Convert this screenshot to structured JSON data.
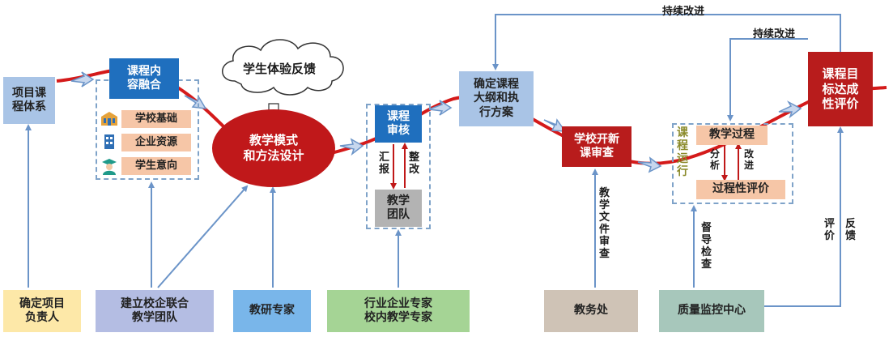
{
  "nodes": {
    "project_system": "项目课\n程体系",
    "content_fusion": "课程内\n容融合",
    "school_base": "学校基础",
    "enterprise_resources": "企业资源",
    "student_intention": "学生意向",
    "student_feedback": "学生体验反馈",
    "teaching_design": "教学模式\n和方法设计",
    "course_review": "课程\n审核",
    "report": "汇\n报",
    "rectify": "整\n改",
    "teaching_team": "教学\n团队",
    "outline_plan": "确定课程\n大纲和执\n行方案",
    "school_open_review": "学校开新\n课审查",
    "course_running": "课\n程\n运\n行",
    "teaching_process": "教学过程",
    "analysis": "分\n析",
    "improve": "改\n进",
    "process_evaluation": "过程性评价",
    "goal_evaluation": "课程目\n标达成\n性评价",
    "continuous_improve_top": "持续改进",
    "continuous_improve_mid": "持续改进",
    "doc_review": "教\n学\n文\n件\n审\n查",
    "supervision": "督\n导\n检\n查",
    "evaluate": "评\n价",
    "feedback": "反\n馈"
  },
  "bottom": {
    "leader": "确定项目\n负责人",
    "school_enterprise_team": "建立校企联合\n教学团队",
    "research_expert": "教研专家",
    "industry_expert": "行业企业专家\n校内教学专家",
    "academic_office": "教务处",
    "quality_center": "质量监控中心"
  },
  "colors": {
    "blue_box": "#1f6fbe",
    "light_blue_box": "#a9c4e6",
    "dark_red": "#b81c1c",
    "peach": "#f6c6a7",
    "gray_box": "#b3b3b3",
    "yellow_box": "#fde8a8",
    "lavender_box": "#b4bde3",
    "sky_box": "#79b6ea",
    "green_box": "#a5d495",
    "taupe_box": "#cfc3b6",
    "teal_box": "#a7c7bb",
    "arrow_blue": "#6b94c8"
  },
  "icons": [
    "school-building-icon",
    "enterprise-building-icon",
    "student-icon"
  ]
}
